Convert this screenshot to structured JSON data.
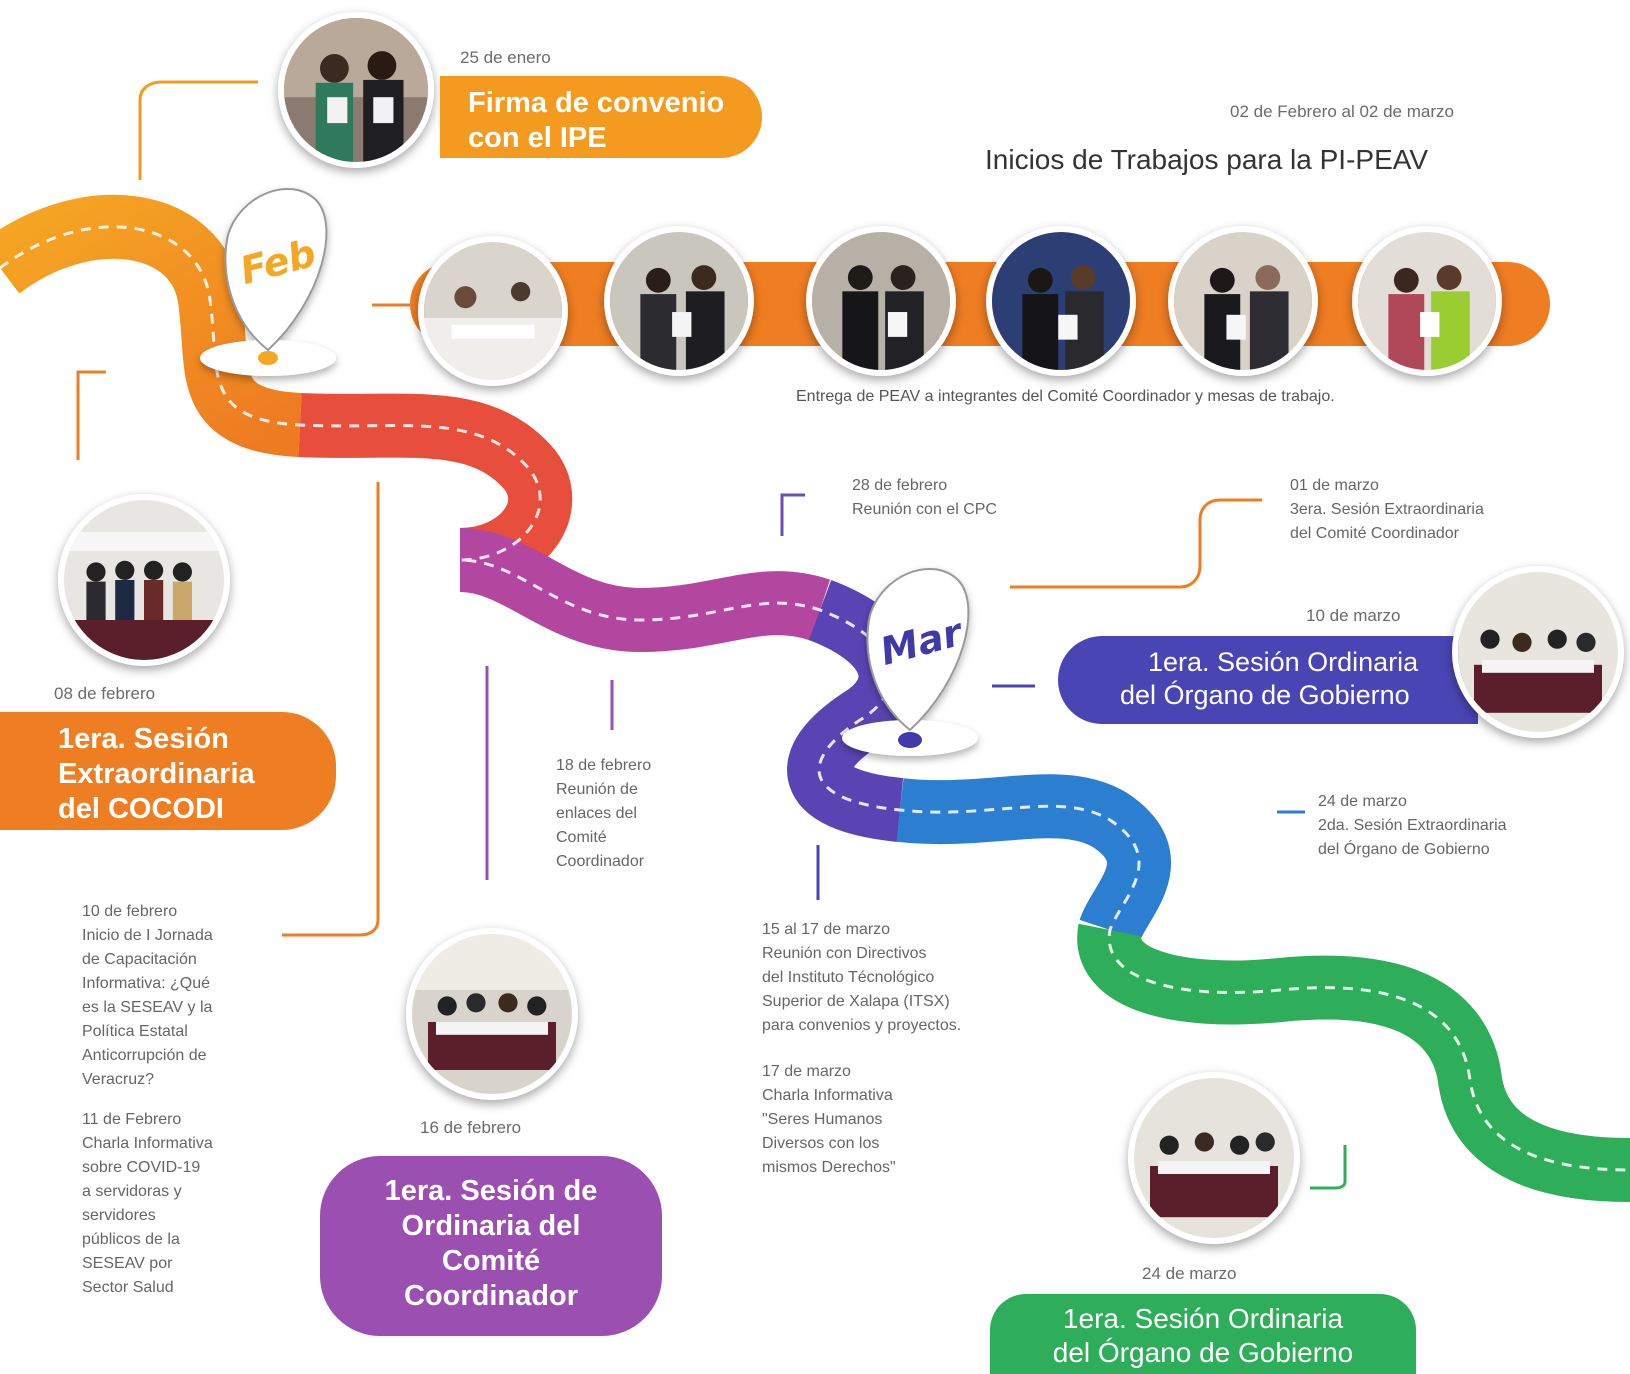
{
  "months": {
    "feb": "Feb",
    "mar": "Mar"
  },
  "colors": {
    "orange": "#f39a1f",
    "deep_orange": "#ef7d22",
    "red": "#e84e3c",
    "purple": "#9b4fb0",
    "indigo": "#4a45b4",
    "blue": "#2c7fd0",
    "green": "#2eae5a"
  },
  "events": {
    "firma": {
      "date": "25 de enero",
      "title": [
        "Firma de convenio",
        "con el IPE"
      ]
    },
    "inicios": {
      "date": "02 de Febrero al 02 de marzo",
      "title": "Inicios de Trabajos para la PI-PEAV",
      "caption": "Entrega de PEAV a integrantes del Comité Coordinador y mesas de trabajo."
    },
    "cocodi": {
      "date": "08 de febrero",
      "title": [
        "1era. Sesión",
        "Extraordinaria",
        "del COCODI"
      ]
    },
    "jornada": {
      "lines": [
        "10 de febrero",
        "Inicio de I Jornada",
        "de Capacitación",
        "Informativa: ¿Qué",
        "es la SESEAV y la",
        "Política Estatal",
        "Anticorrupción de",
        "Veracruz?"
      ]
    },
    "covid": {
      "lines": [
        "11 de Febrero",
        "Charla Informativa",
        "sobre COVID-19",
        "a servidoras y",
        "servidores",
        "públicos de la",
        "SESEAV por",
        "Sector Salud"
      ]
    },
    "comite": {
      "date": "16 de febrero",
      "title": [
        "1era. Sesión de",
        "Ordinaria del",
        "Comité",
        "Coordinador"
      ]
    },
    "enlaces": {
      "lines": [
        "18 de febrero",
        "Reunión de",
        "enlaces del",
        "Comité",
        "Coordinador"
      ]
    },
    "cpc": {
      "lines": [
        "28 de febrero",
        "Reunión con el CPC"
      ]
    },
    "tercera": {
      "lines": [
        "01 de marzo",
        "3era. Sesión Extraordinaria",
        "del Comité Coordinador"
      ]
    },
    "organo1": {
      "date": "10 de marzo",
      "title": [
        "1era. Sesión Ordinaria",
        "del Órgano de Gobierno"
      ]
    },
    "organo2": {
      "lines": [
        "24 de marzo",
        "2da. Sesión Extraordinaria",
        "del Órgano de Gobierno"
      ]
    },
    "itsx": {
      "lines": [
        "15 al 17 de marzo",
        "Reunión con Directivos",
        "del Instituto Técnológico",
        "Superior de Xalapa (ITSX)",
        "para convenios y proyectos."
      ]
    },
    "seres": {
      "lines": [
        "17 de marzo",
        "Charla Informativa",
        "\"Seres Humanos",
        "Diversos con los",
        "mismos Derechos\""
      ]
    },
    "organo3": {
      "date": "24 de marzo",
      "title": [
        "1era. Sesión Ordinaria",
        "del Órgano de Gobierno"
      ]
    }
  }
}
